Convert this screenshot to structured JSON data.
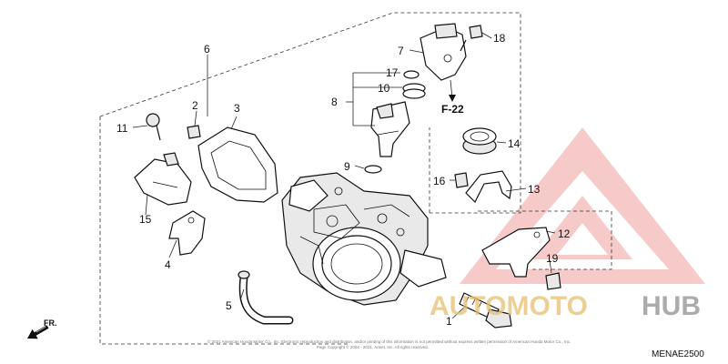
{
  "callouts": [
    {
      "id": "c1",
      "label": "1"
    },
    {
      "id": "c2",
      "label": "2"
    },
    {
      "id": "c3",
      "label": "3"
    },
    {
      "id": "c4",
      "label": "4"
    },
    {
      "id": "c5",
      "label": "5"
    },
    {
      "id": "c6",
      "label": "6"
    },
    {
      "id": "c7",
      "label": "7"
    },
    {
      "id": "c8",
      "label": "8"
    },
    {
      "id": "c9",
      "label": "9"
    },
    {
      "id": "c10",
      "label": "10"
    },
    {
      "id": "c11",
      "label": "11"
    },
    {
      "id": "c12",
      "label": "12"
    },
    {
      "id": "c13",
      "label": "13"
    },
    {
      "id": "c14",
      "label": "14"
    },
    {
      "id": "c15",
      "label": "15"
    },
    {
      "id": "c16",
      "label": "16"
    },
    {
      "id": "c17",
      "label": "17"
    },
    {
      "id": "c18",
      "label": "18"
    },
    {
      "id": "c19",
      "label": "19"
    }
  ],
  "reference_label": "F-22",
  "direction_label": "FR.",
  "diagram_code": "MENAE2500",
  "copyright_line1": "© 2021 American Honda Motor Co., Inc. Electronic reproduction and distribution, and/or printing of this information is not permitted without express written permission of American Honda Motor Co., Inc.",
  "copyright_line2": "Page Copyright © 2004 - 2021, Arinet, Inc. All rights reserved.",
  "watermark": {
    "part1": "AUTOMOTO",
    "part2": "HUB",
    "color_main": "#f0a0a0",
    "color_accent": "#e8c070",
    "color_dark": "#9a9a9a"
  }
}
